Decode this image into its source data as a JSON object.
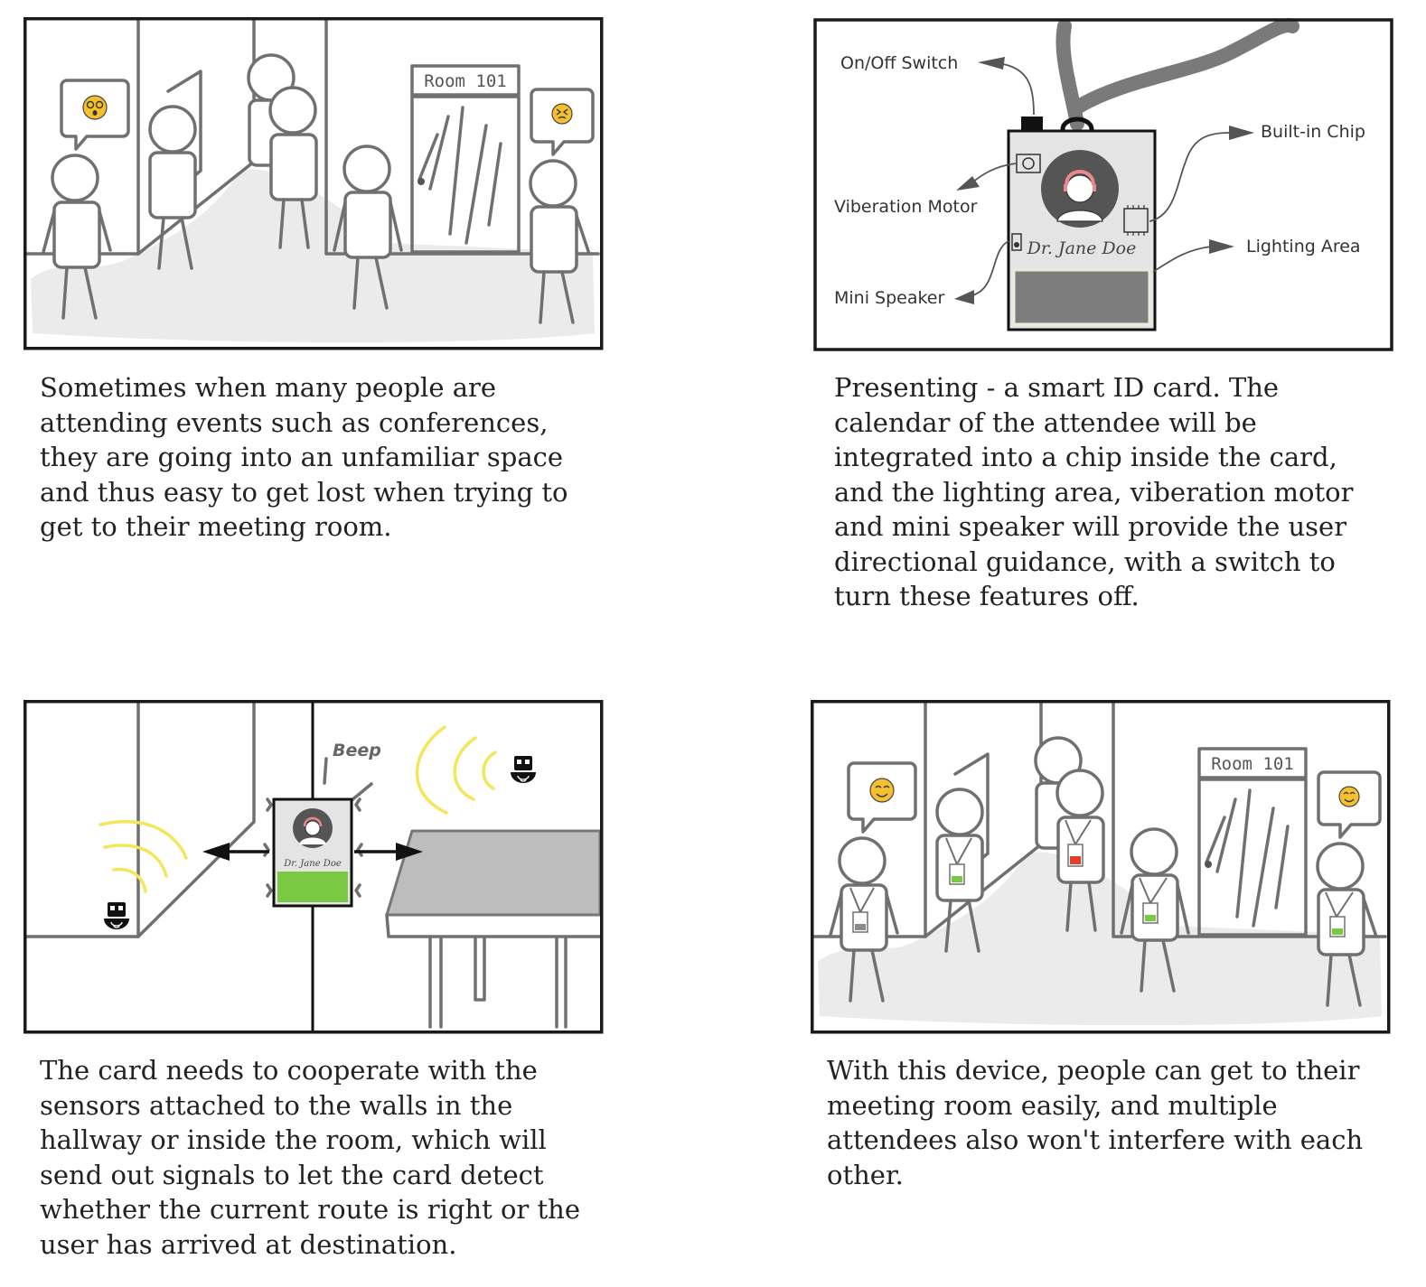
{
  "panels": [
    {
      "room_sign": "Room 101",
      "emotions": [
        "confused-face-icon",
        "frustrated-face-icon"
      ],
      "caption": "Sometimes when many people are attending events such as conferences, they are going into an unfamiliar space and thus easy to get lost when trying to get to their meeting room."
    },
    {
      "labels": {
        "switch": "On/Off Switch",
        "chip": "Built-in Chip",
        "motor": "Viberation Motor",
        "lighting": "Lighting Area",
        "speaker": "Mini Speaker"
      },
      "badge_name": "Dr. Jane Doe",
      "caption": "Presenting - a smart ID card. The calendar of the attendee will be integrated into a chip inside the card, and the lighting area, viberation motor and mini speaker will provide the user directional guidance, with a switch to turn these features off."
    },
    {
      "sound": "Beep",
      "badge_name": "Dr. Jane Doe",
      "caption": "The card needs to cooperate with the sensors attached to the walls in the hallway or inside the room, which will send out signals to let the card detect whether the current route is right or the user has arrived at destination."
    },
    {
      "room_sign": "Room 101",
      "emotions": [
        "smiling-face-icon",
        "smiling-face-icon"
      ],
      "caption": "With this device, people can get to their meeting room easily, and multiple attendees also won't interfere with each other."
    }
  ],
  "colors": {
    "light_green": "#7ac943",
    "light_red": "#e0402a",
    "signal_yellow": "#f3e65b",
    "emoji_yellow": "#f5c02e"
  }
}
